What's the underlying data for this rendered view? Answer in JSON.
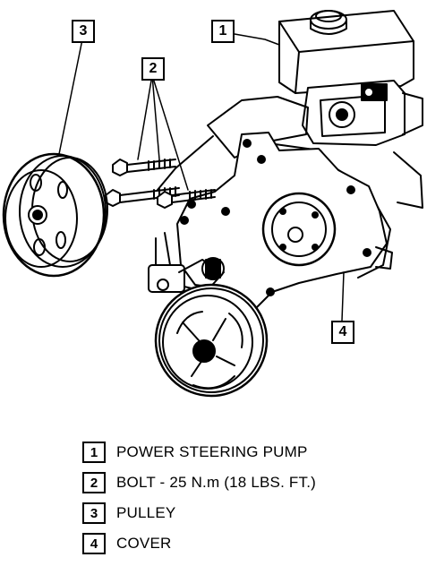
{
  "callouts": [
    {
      "number": "1"
    },
    {
      "number": "2"
    },
    {
      "number": "3"
    },
    {
      "number": "4"
    }
  ],
  "legend": [
    {
      "number": "1",
      "text": "POWER STEERING PUMP"
    },
    {
      "number": "2",
      "text": "BOLT - 25 N.m (18 LBS. FT.)"
    },
    {
      "number": "3",
      "text": "PULLEY"
    },
    {
      "number": "4",
      "text": "COVER"
    }
  ]
}
